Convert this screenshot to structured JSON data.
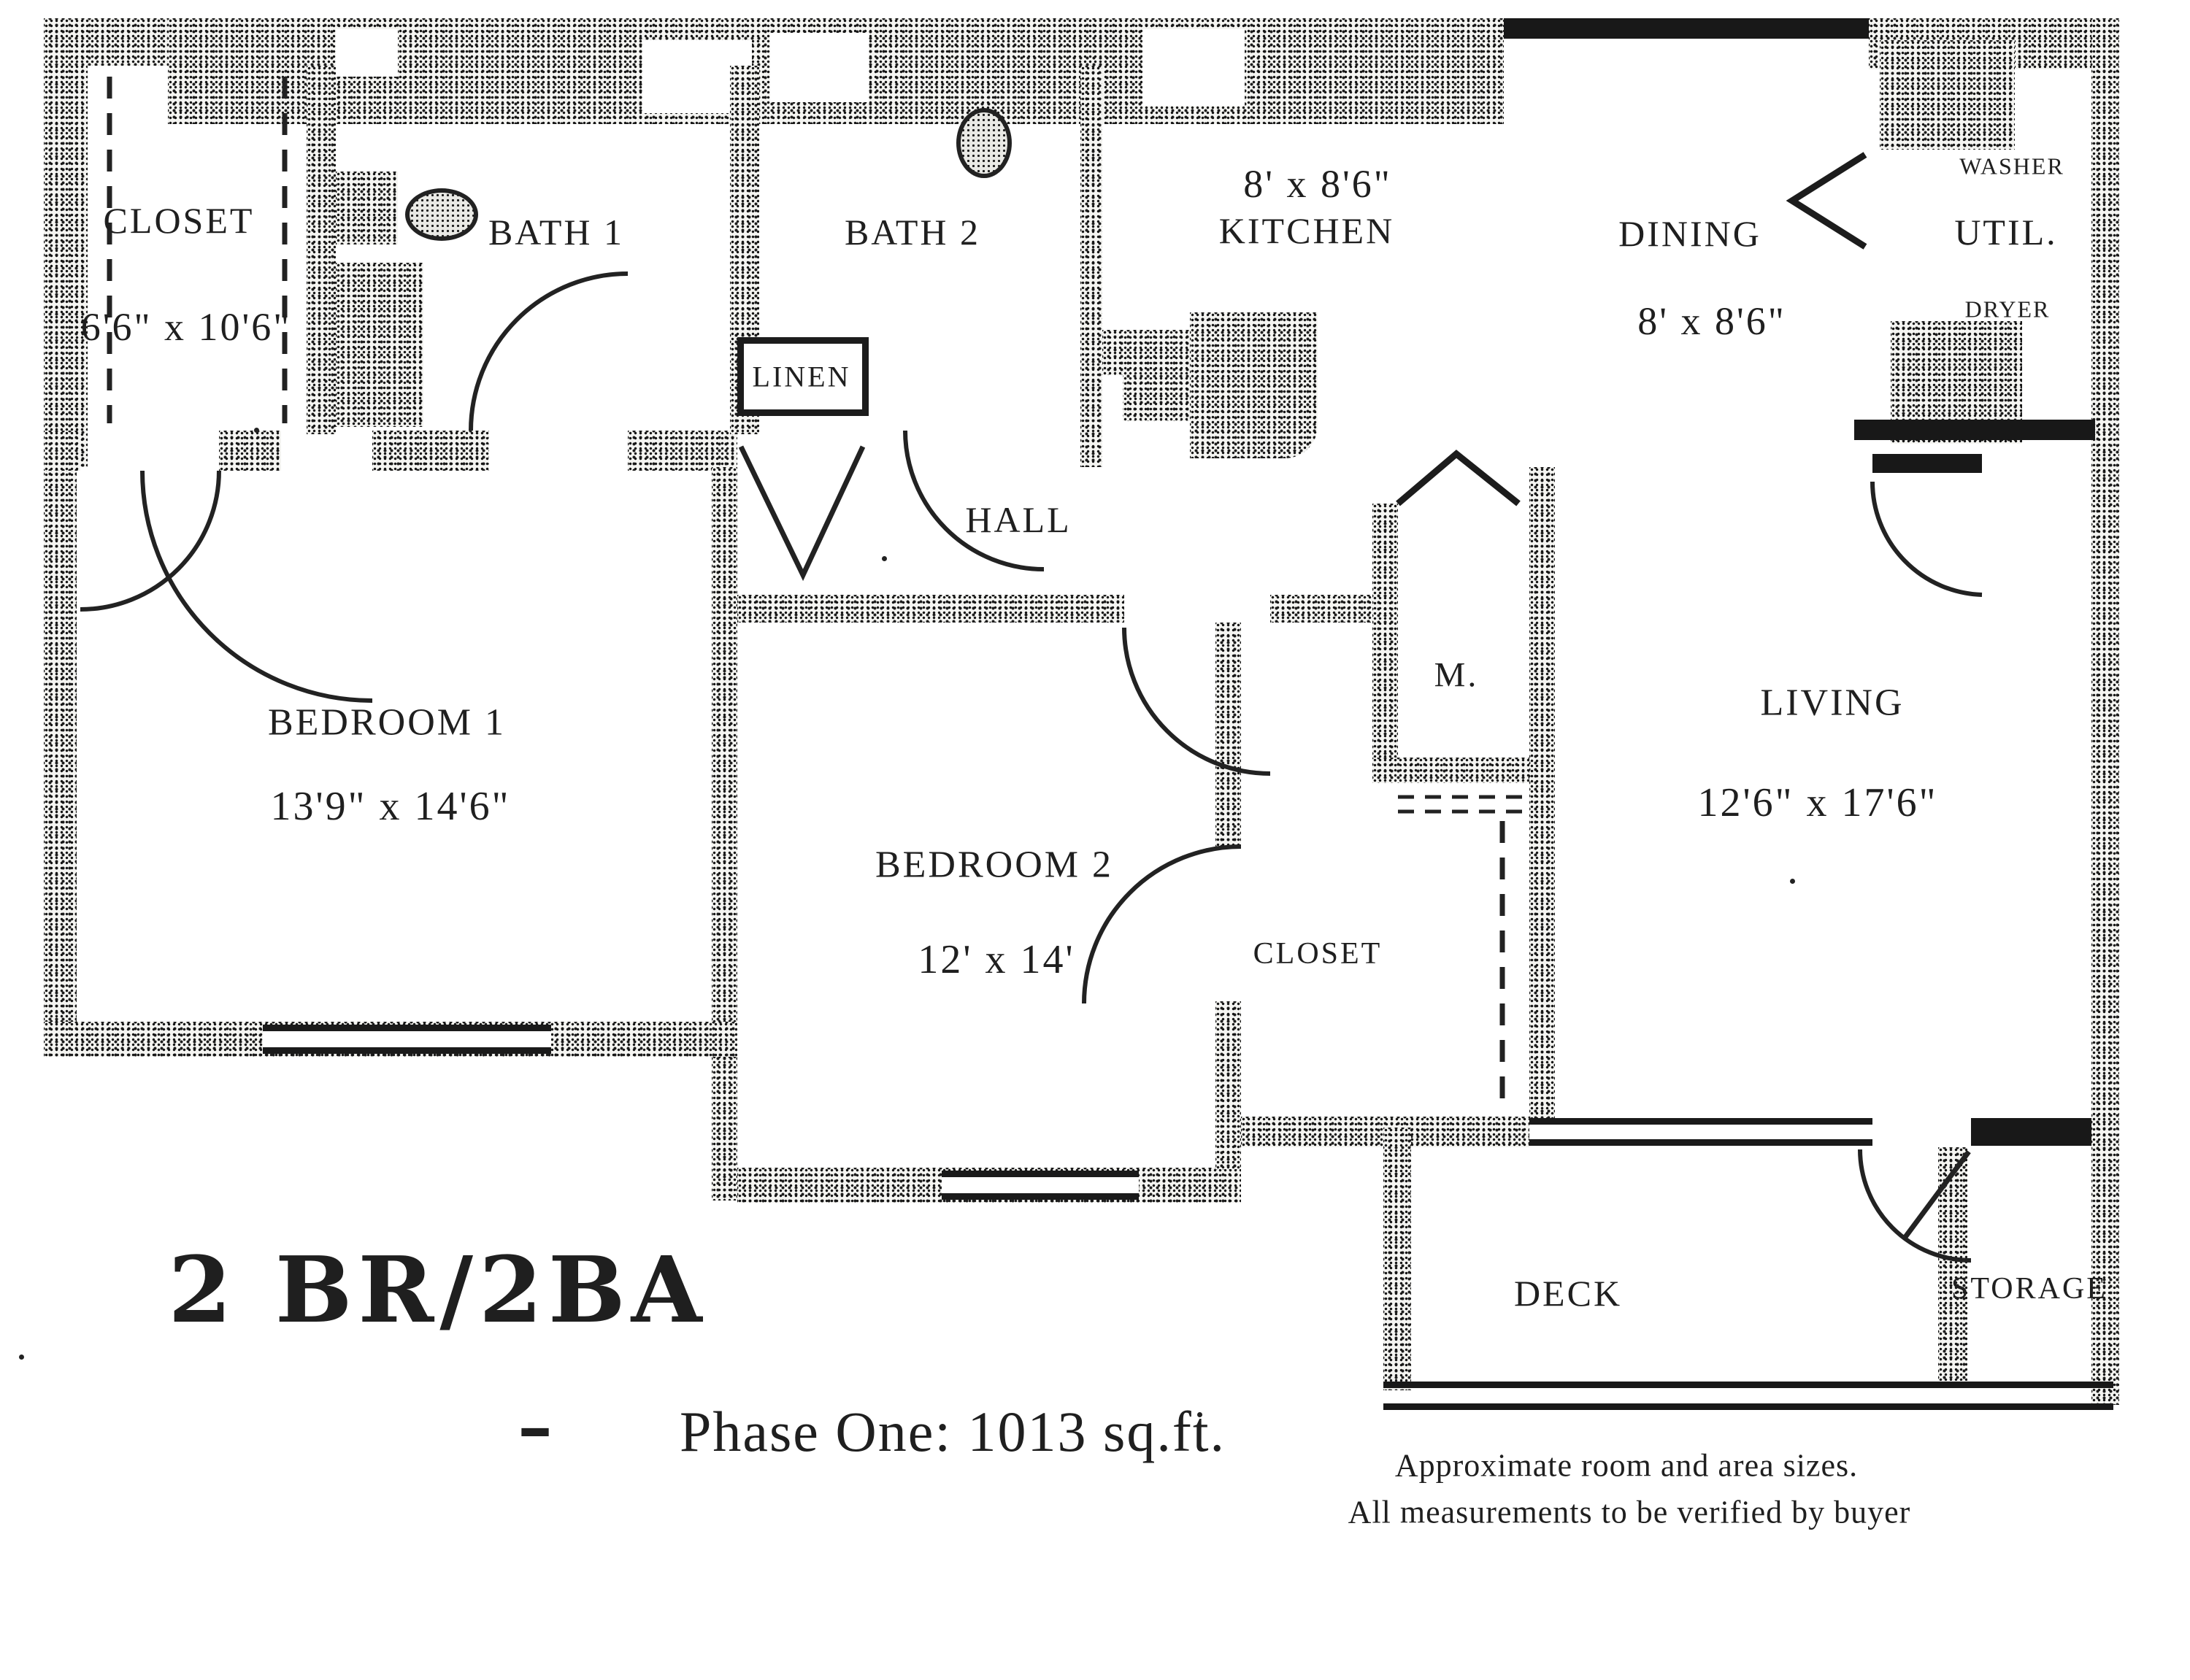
{
  "page": {
    "background": "#ffffff",
    "ink": "#1a1a1a"
  },
  "plan": {
    "title": "2 BR/2BA",
    "phase_dash": "–",
    "phase_note": "Phase One:  1013 sq.ft.",
    "footnote_line1": "Approximate room and area sizes.",
    "footnote_line2": "All measurements to be verified by buyer"
  },
  "rooms": {
    "entry_closet": {
      "label": "CLOSET",
      "dims": "6'6\" x 10'6\""
    },
    "bath1": {
      "label": "BATH 1"
    },
    "bath2": {
      "label": "BATH 2"
    },
    "linen": {
      "label": "LINEN"
    },
    "kitchen": {
      "label": "KITCHEN",
      "dims": "8' x 8'6\""
    },
    "dining": {
      "label": "DINING",
      "dims": "8' x 8'6\""
    },
    "util": {
      "label": "UTIL.",
      "washer": "WASHER",
      "dryer": "DRYER"
    },
    "hall": {
      "label": "HALL"
    },
    "bedroom1": {
      "label": "BEDROOM 1",
      "dims": "13'9\" x 14'6\""
    },
    "bedroom2": {
      "label": "BEDROOM 2",
      "dims": "12' x 14'"
    },
    "m_closet": {
      "label": "M."
    },
    "bedroom2_closet": {
      "label": "CLOSET"
    },
    "living": {
      "label": "LIVING",
      "dims": "12'6\" x 17'6\""
    },
    "deck": {
      "label": "DECK"
    },
    "storage": {
      "label": "STORAGE"
    }
  }
}
